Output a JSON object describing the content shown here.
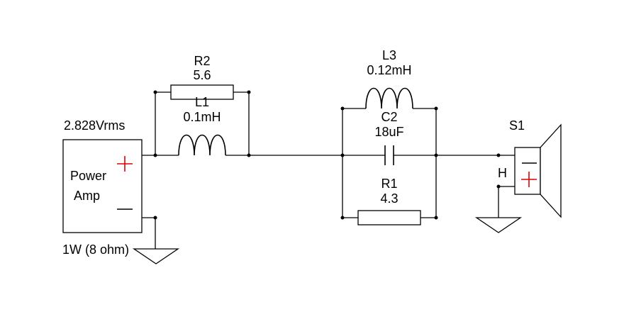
{
  "source": {
    "voltage_label": "2.828Vrms",
    "name_line1": "Power",
    "name_line2": "Amp",
    "power_label": "1W (8 ohm)",
    "plus_symbol": "+",
    "minus_symbol": "—"
  },
  "components": {
    "r2": {
      "name": "R2",
      "value": "5.6"
    },
    "l1": {
      "name": "L1",
      "value": "0.1mH"
    },
    "l3": {
      "name": "L3",
      "value": "0.12mH"
    },
    "c2": {
      "name": "C2",
      "value": "18uF"
    },
    "r1": {
      "name": "R1",
      "value": "4.3"
    }
  },
  "speaker": {
    "name": "S1",
    "h_label": "H",
    "plus_symbol": "+",
    "minus_symbol": "—"
  },
  "colors": {
    "plus": "#e00000",
    "h_label": "#00d8e8",
    "wire": "#000000"
  }
}
